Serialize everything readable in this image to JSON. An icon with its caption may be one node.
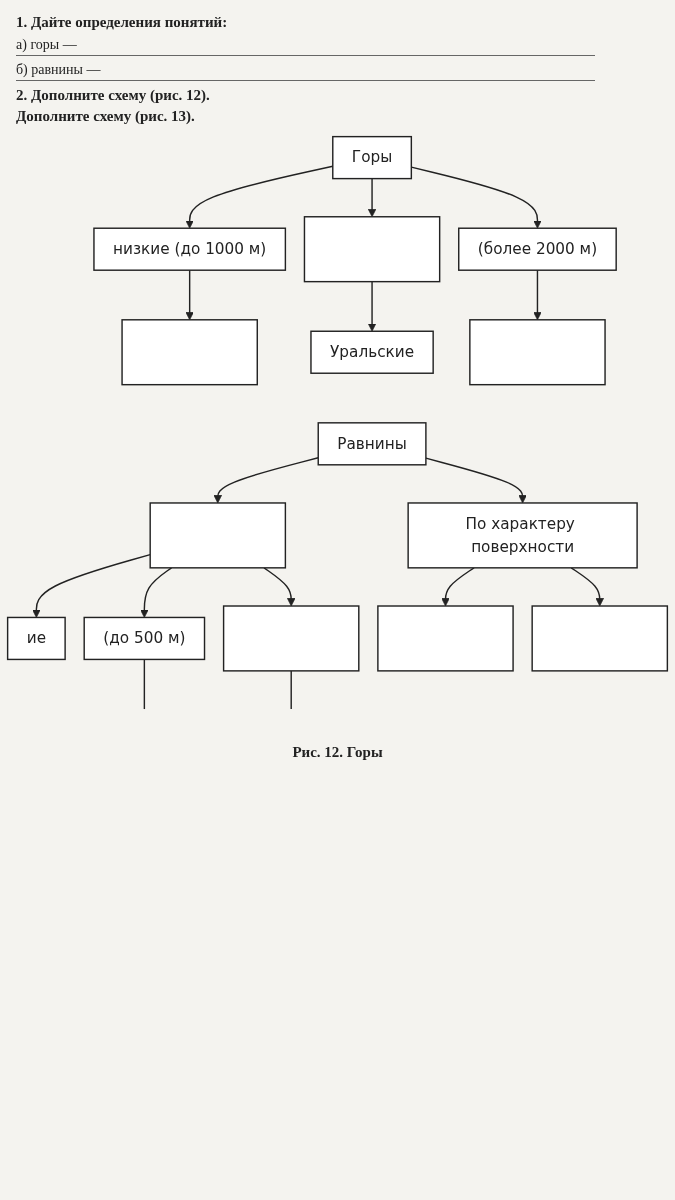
{
  "diagram": {
    "caption": "Рис. 12. Горы",
    "nodes": [
      {
        "text": [
          "Горы"
        ]
      },
      {
        "text": [
          "низкие (до 1000 м)"
        ]
      },
      {
        "text": [],
        "shape": "box"
      },
      {
        "text": [
          "(более 2000 м)"
        ]
      },
      {
        "text": [],
        "shape": "box"
      },
      {
        "text": [
          "Уральские"
        ]
      },
      {
        "text": [],
        "shape": "box"
      },
      {
        "text": [
          "Равнины"
        ]
      },
      {
        "text": [],
        "shape": "box"
      },
      {
        "text": [
          "По характеру поверхности"
        ]
      },
      {
        "text": [
          "ие"
        ]
      },
      {
        "text": [
          "(до 500 м)"
        ]
      },
      {
        "text": [],
        "shape": "box"
      },
      {
        "text": [],
        "shape": "box"
      },
      {
        "text": [],
        "shape": "box"
      }
    ],
    "edges": [
      {
        "from": 0,
        "to": 1,
        "arrow": "to"
      },
      {
        "from": 0,
        "to": 2,
        "arrow": "to"
      },
      {
        "from": 0,
        "to": 3,
        "arrow": "to"
      },
      {
        "from": 1,
        "to": 4,
        "arrow": "to"
      },
      {
        "from": 2,
        "to": 5,
        "arrow": "to"
      },
      {
        "from": 3,
        "to": 6,
        "arrow": "to"
      },
      {
        "from": 7,
        "to": 8,
        "arrow": "to"
      },
      {
        "from": 7,
        "to": 9,
        "arrow": "to"
      },
      {
        "from": 8,
        "to": 10,
        "arrow": "to"
      },
      {
        "from": 8,
        "to": 11,
        "arrow": "to"
      },
      {
        "from": 8,
        "to": 12,
        "arrow": "to"
      },
      {
        "from": 9,
        "to": 13,
        "arrow": "to"
      },
      {
        "from": 9,
        "to": 14,
        "arrow": "to"
      },
      {
        "from": 11,
        "to": null,
        "arrow": "none"
      },
      {
        "from": 12,
        "to": null,
        "arrow": "none"
      }
    ],
    "labels": [
      "1. Дайте определения понятий:",
      "а) горы —",
      "б) равнины —",
      "2. Дополните схему (рис. 12).",
      "Дополните схему (рис. 13)."
    ]
  }
}
